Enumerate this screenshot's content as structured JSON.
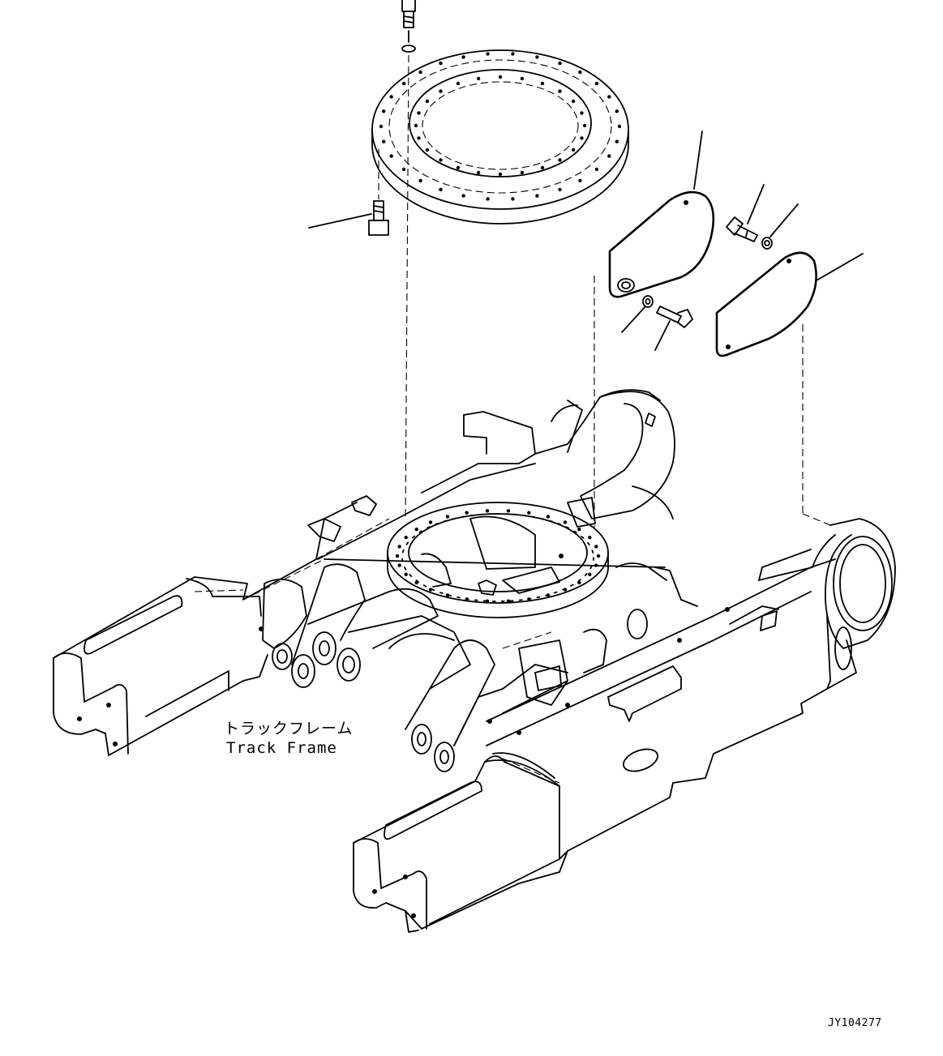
{
  "labels": {
    "component_jp": "トラックフレーム",
    "component_en": "Track Frame"
  },
  "drawing_number": "JY104277",
  "colors": {
    "line": "#000000",
    "background": "#ffffff"
  }
}
